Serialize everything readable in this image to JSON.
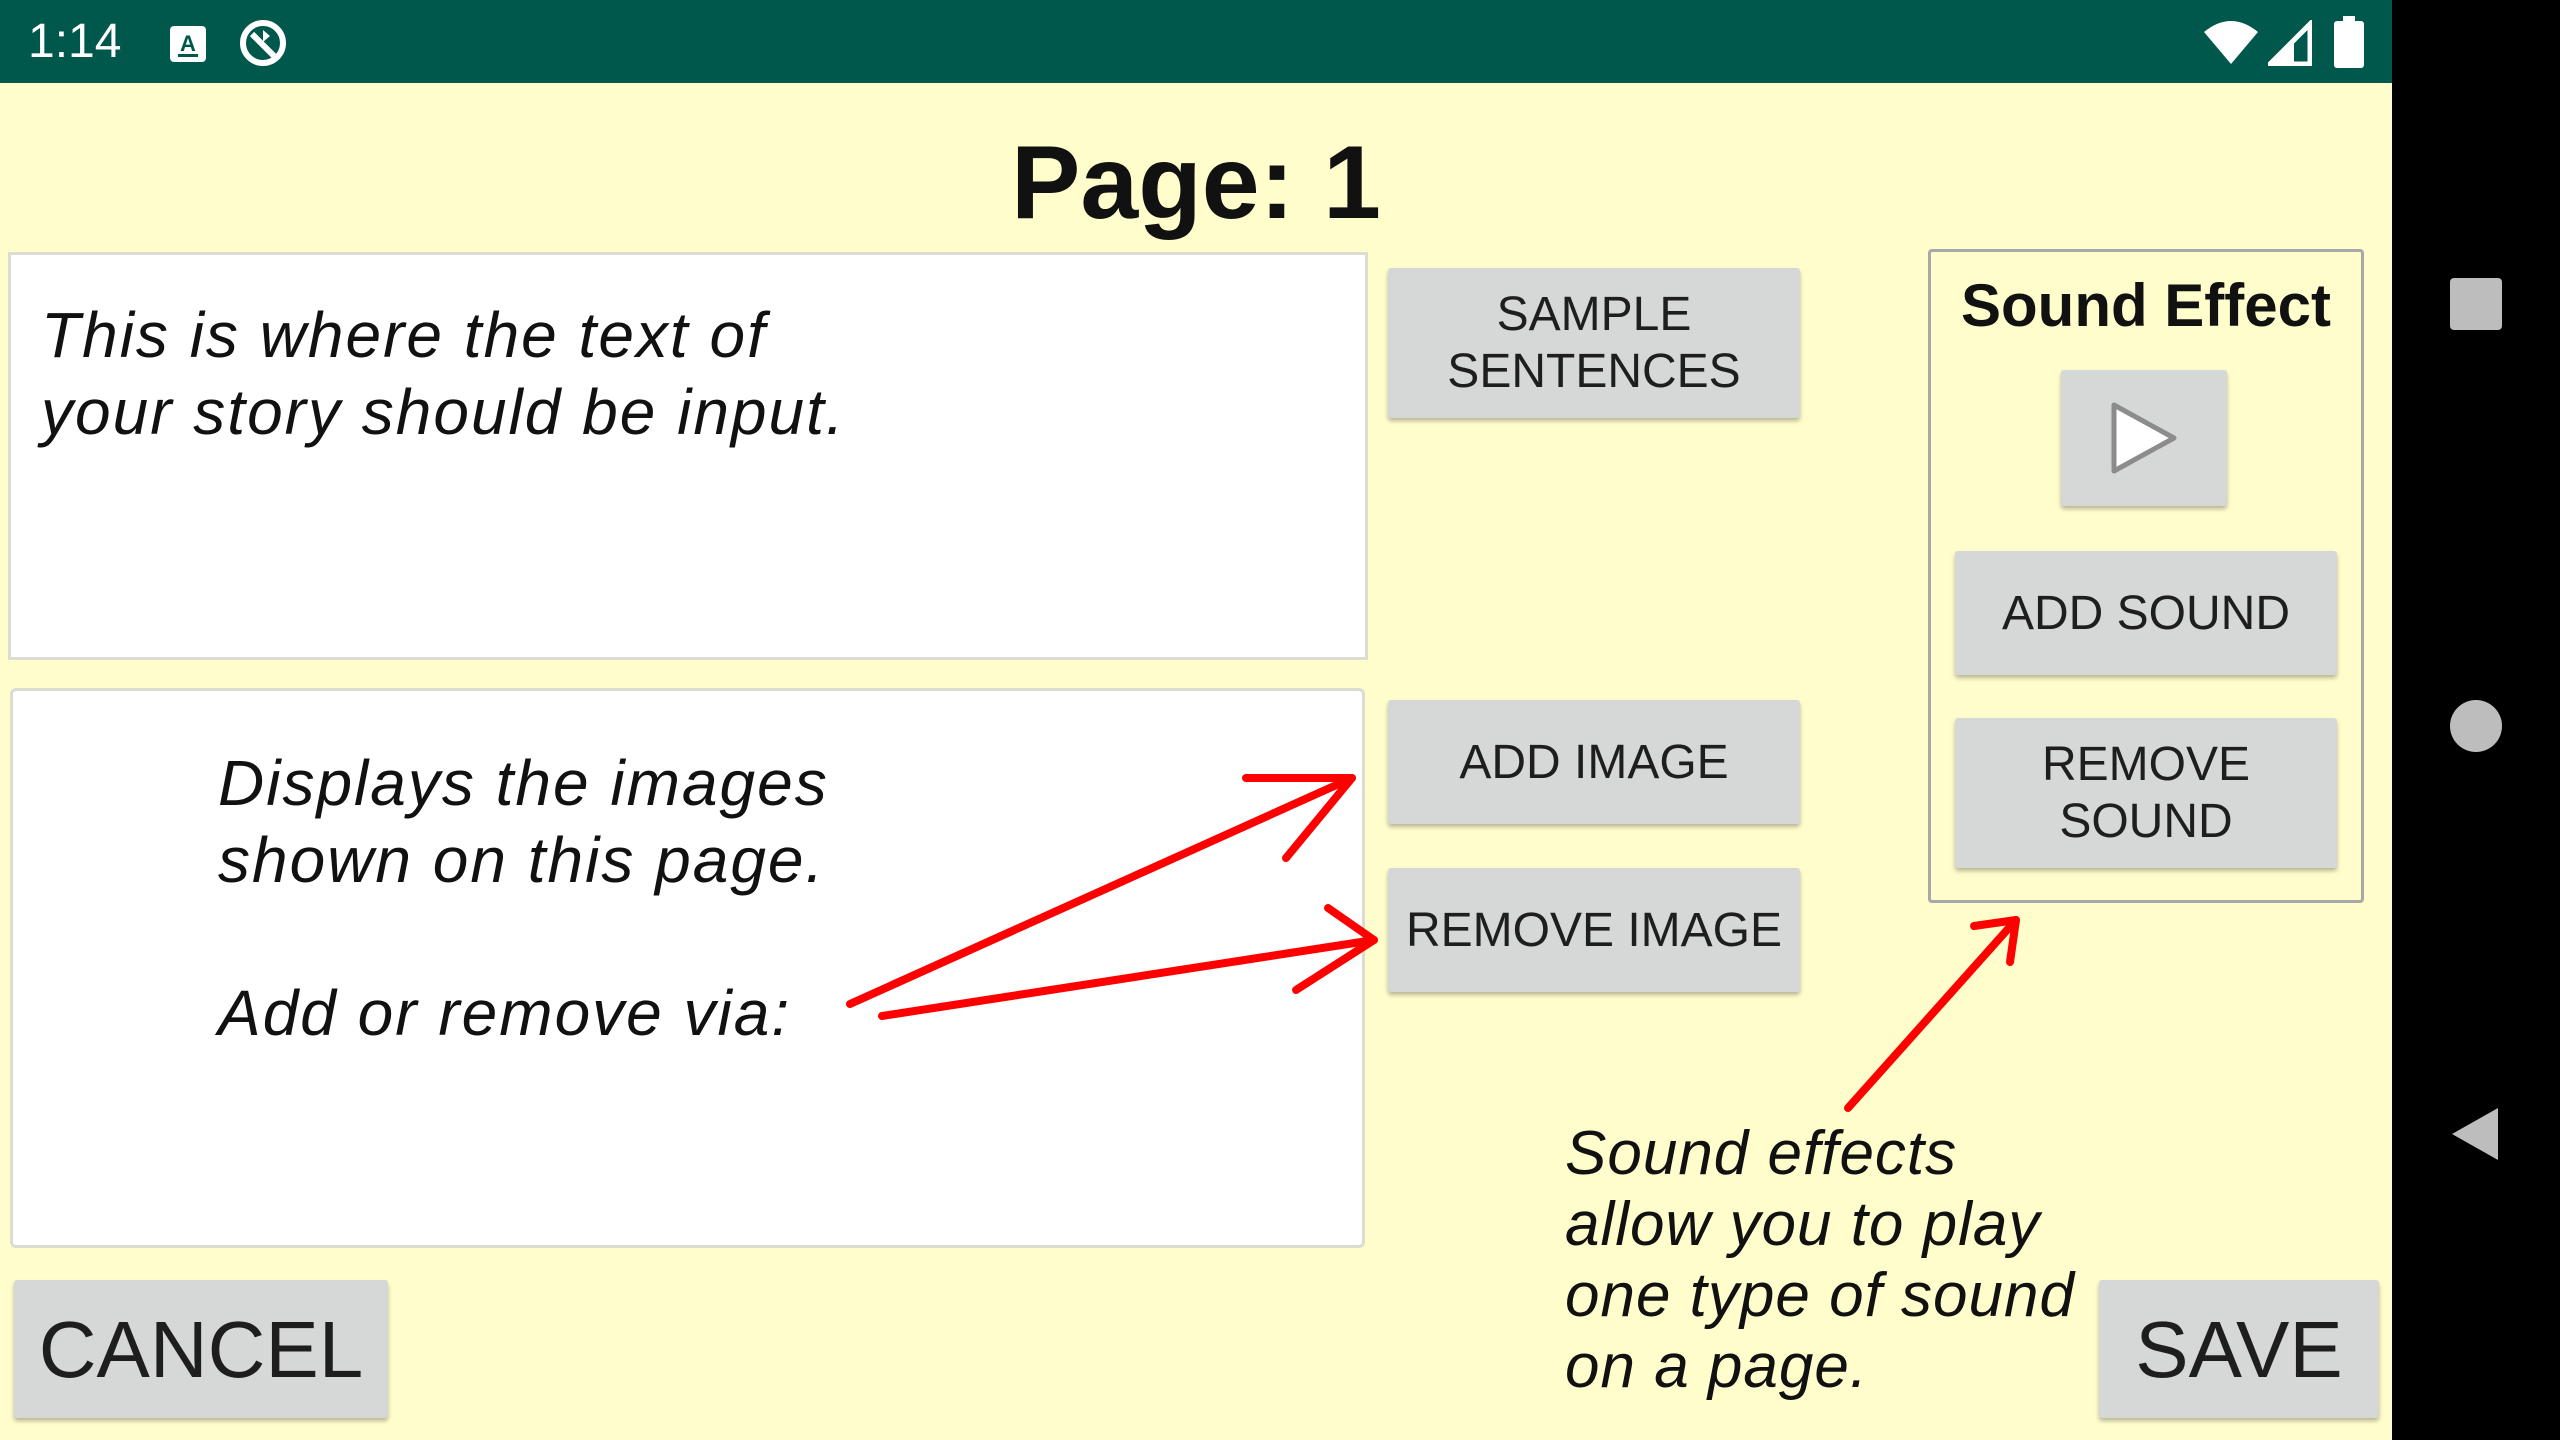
{
  "status_bar": {
    "time": "1:14"
  },
  "page_title": "Page: 1",
  "text_panel": {
    "hint": "This is where the text of\nyour story should be input."
  },
  "image_panel": {
    "hint": "Displays the images\nshown on this page.",
    "hint2": "Add or remove via:"
  },
  "buttons": {
    "sample_sentences": "SAMPLE\nSENTENCES",
    "add_image": "ADD IMAGE",
    "remove_image": "REMOVE IMAGE",
    "add_sound": "ADD SOUND",
    "remove_sound": "REMOVE\nSOUND",
    "cancel": "CANCEL",
    "save": "SAVE"
  },
  "sound_effect": {
    "title": "Sound Effect"
  },
  "sound_note": "Sound effects\nallow you to play\none type of sound\non a page.",
  "colors": {
    "status_bar": "#00574B",
    "background": "#FFFDCC",
    "button": "#D6D7D7",
    "arrow": "#FF0000",
    "nav_bar": "#000000"
  },
  "icons": {
    "status": [
      "keyboard-icon",
      "sync-icon",
      "wifi-icon",
      "cell-signal-icon",
      "battery-icon"
    ],
    "nav": [
      "recents-icon",
      "home-icon",
      "back-icon"
    ],
    "sound_effect": "play-icon"
  }
}
